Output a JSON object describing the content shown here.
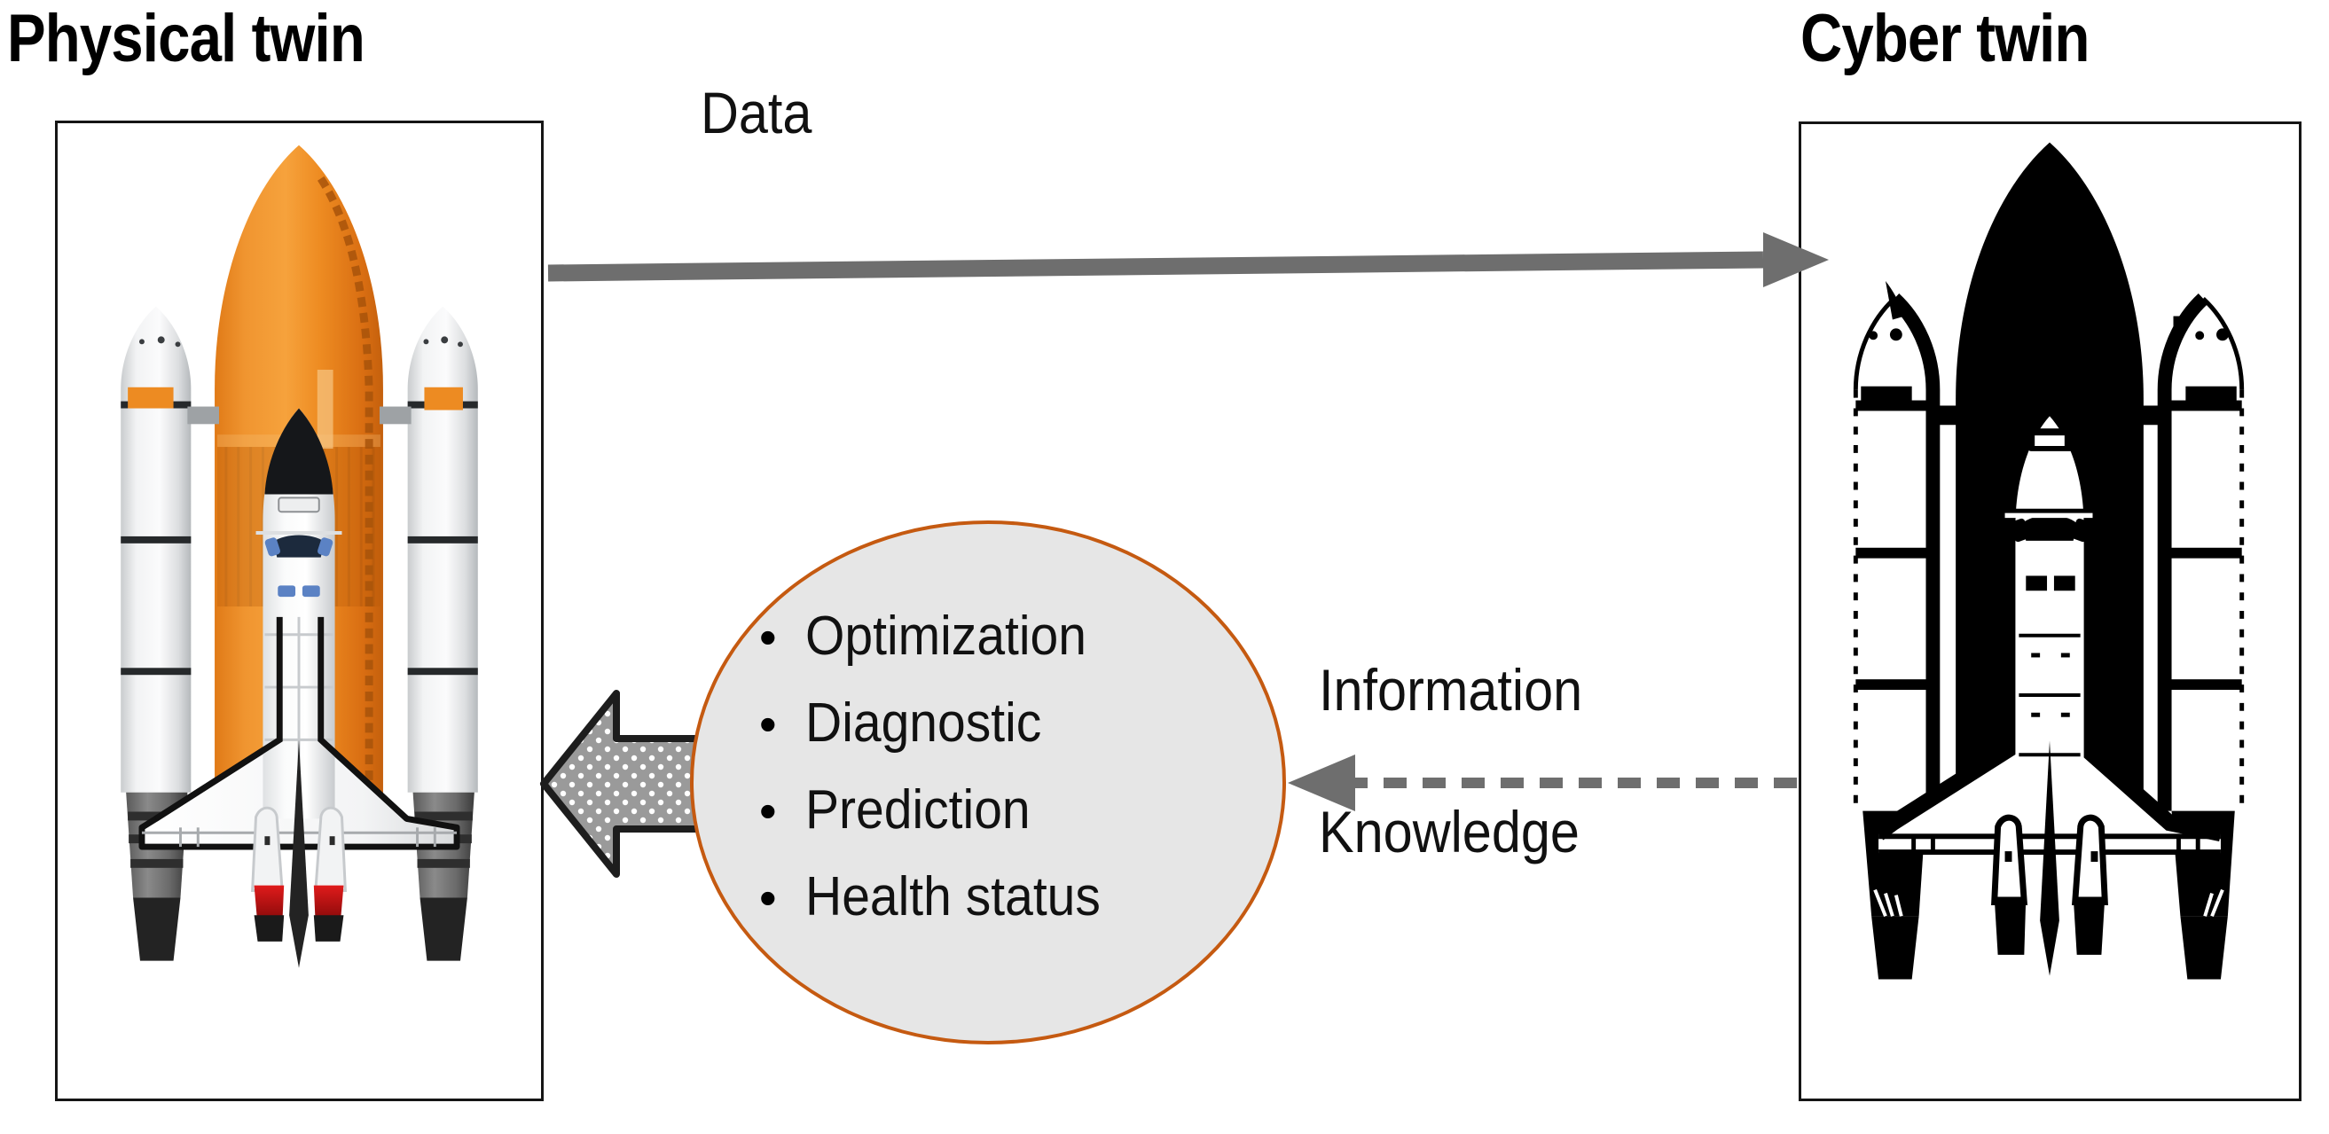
{
  "titles": {
    "physical": "Physical twin",
    "cyber": "Cyber twin"
  },
  "panels": {
    "physical": {
      "name": "physical-twin-panel",
      "content": "space-shuttle-color-illustration"
    },
    "cyber": {
      "name": "cyber-twin-panel",
      "content": "space-shuttle-black-silhouette"
    }
  },
  "arrows": {
    "data": {
      "label": "Data",
      "direction": "physical-to-cyber",
      "style": "solid",
      "color": "#6E6E6E"
    },
    "feedback": {
      "label_top": "Information",
      "label_bottom": "Knowledge",
      "direction": "cyber-to-ellipse",
      "style": "dashed",
      "color": "#6E6E6E"
    },
    "action": {
      "label": "",
      "direction": "ellipse-to-physical",
      "style": "block-arrow",
      "color": "#9A9A9A"
    }
  },
  "ellipse": {
    "bullet": "•",
    "fill_color": "#E6E6E6",
    "border_color": "#C55A11",
    "items": [
      "Optimization",
      "Diagnostic",
      "Prediction",
      "Health status"
    ]
  }
}
